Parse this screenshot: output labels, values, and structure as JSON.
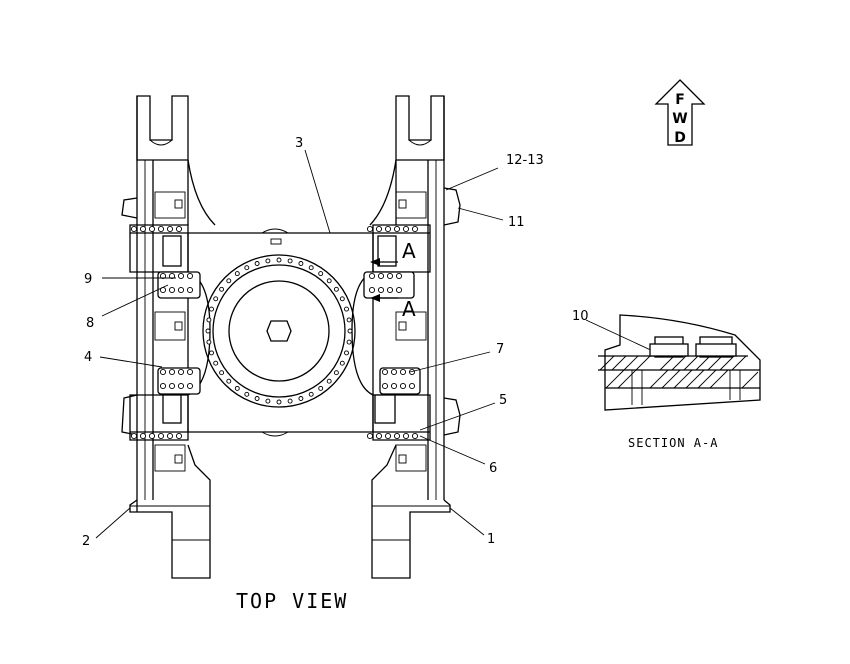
{
  "callouts": [
    "3",
    "12-13",
    "11",
    "9",
    "8",
    "4",
    "7",
    "5",
    "6",
    "2",
    "1",
    "10"
  ],
  "section_marks": [
    "A",
    "A"
  ],
  "fwd_letters": [
    "F",
    "W",
    "D"
  ],
  "view_title": "TOP VIEW",
  "section_title": "SECTION A-A"
}
